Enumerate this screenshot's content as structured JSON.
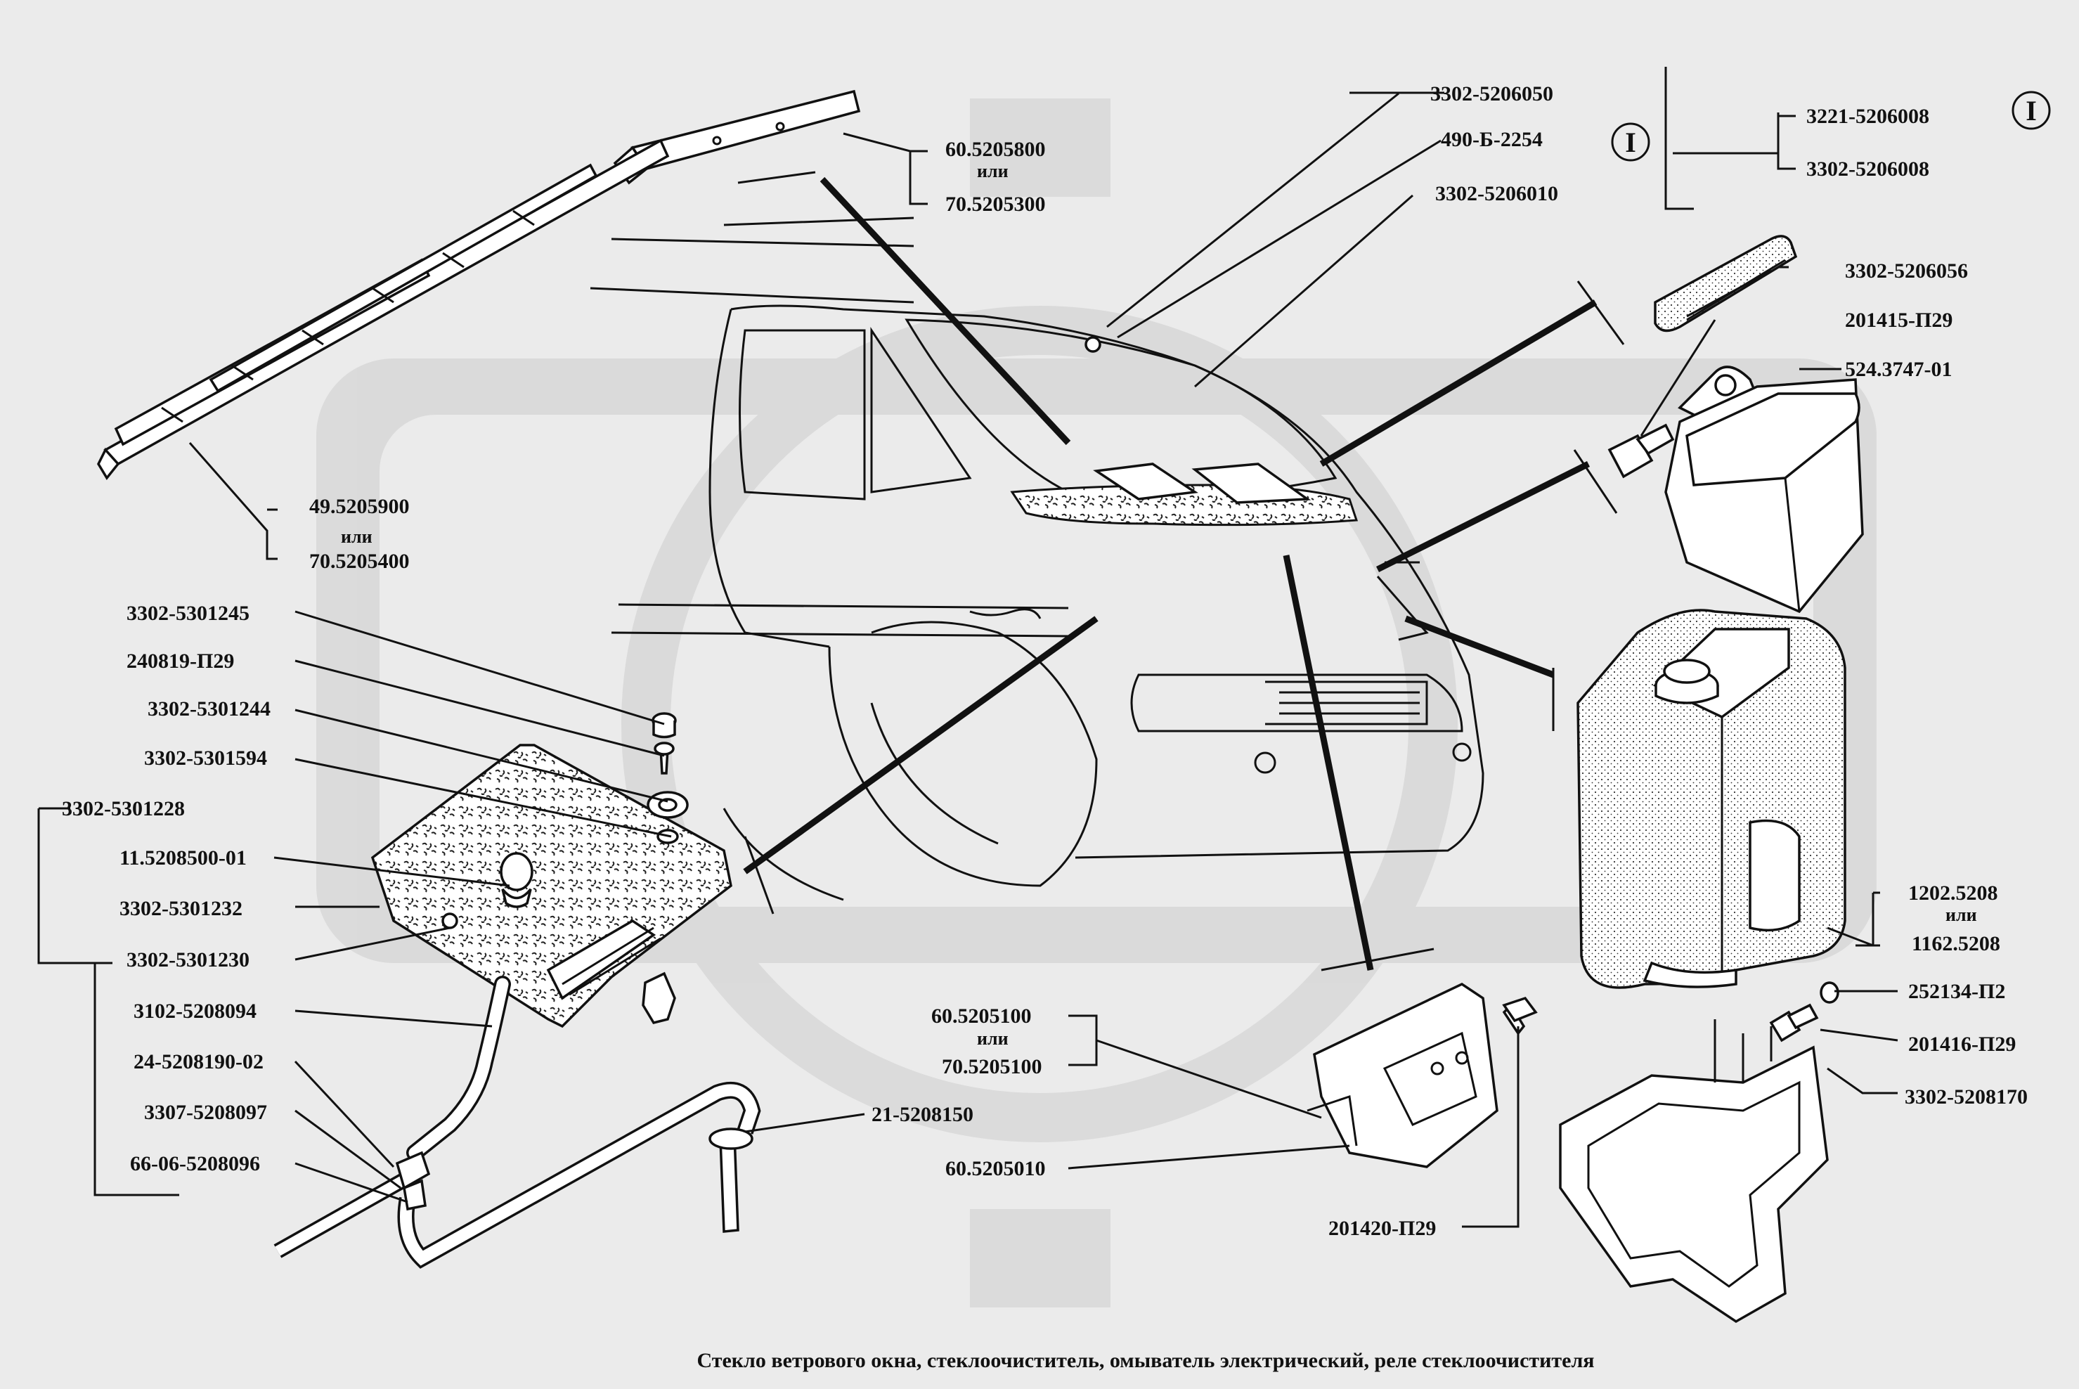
{
  "caption": "Стекло ветрового  окна, стеклоочиститель, омыватель  электрический, реле  стеклоочистителя",
  "group_marker": "I",
  "labels": {
    "l_3302_5206050": "3302-5206050",
    "l_490_b_2254": "490-Б-2254",
    "l_3302_5206010": "3302-5206010",
    "l_3221_5206008": "3221-5206008",
    "l_3302_5206008": "3302-5206008",
    "l_3302_5206056": "3302-5206056",
    "l_201415_p29": "201415-П29",
    "l_524_3747_01": "524.3747-01",
    "l_60_5205800": "60.5205800",
    "l_or_1": "или",
    "l_70_5205300": "70.5205300",
    "l_49_5205900": "49.5205900",
    "l_or_2": "или",
    "l_70_5205400": "70.5205400",
    "l_3302_5301245": "3302-5301245",
    "l_240819_p29": "240819-П29",
    "l_3302_5301244": "3302-5301244",
    "l_3302_5301594": "3302-5301594",
    "l_3302_5301228": "3302-5301228",
    "l_11_5208500_01": "11.5208500-01",
    "l_3302_5301232": "3302-5301232",
    "l_3302_5301230": "3302-5301230",
    "l_3102_5208094": "3102-5208094",
    "l_24_5208190_02": "24-5208190-02",
    "l_3307_5208097": "3307-5208097",
    "l_66_06_5208096": "66-06-5208096",
    "l_21_5208150": "21-5208150",
    "l_60_5205100": "60.5205100",
    "l_or_3": "или",
    "l_70_5205100": "70.5205100",
    "l_60_5205010": "60.5205010",
    "l_201420_p29": "201420-П29",
    "l_1202_5208": "1202.5208",
    "l_or_4": "или",
    "l_1162_5208": "1162.5208",
    "l_252134_p2": "252134-П2",
    "l_201416_p29": "201416-П29",
    "l_3302_5208170": "3302-5208170"
  }
}
